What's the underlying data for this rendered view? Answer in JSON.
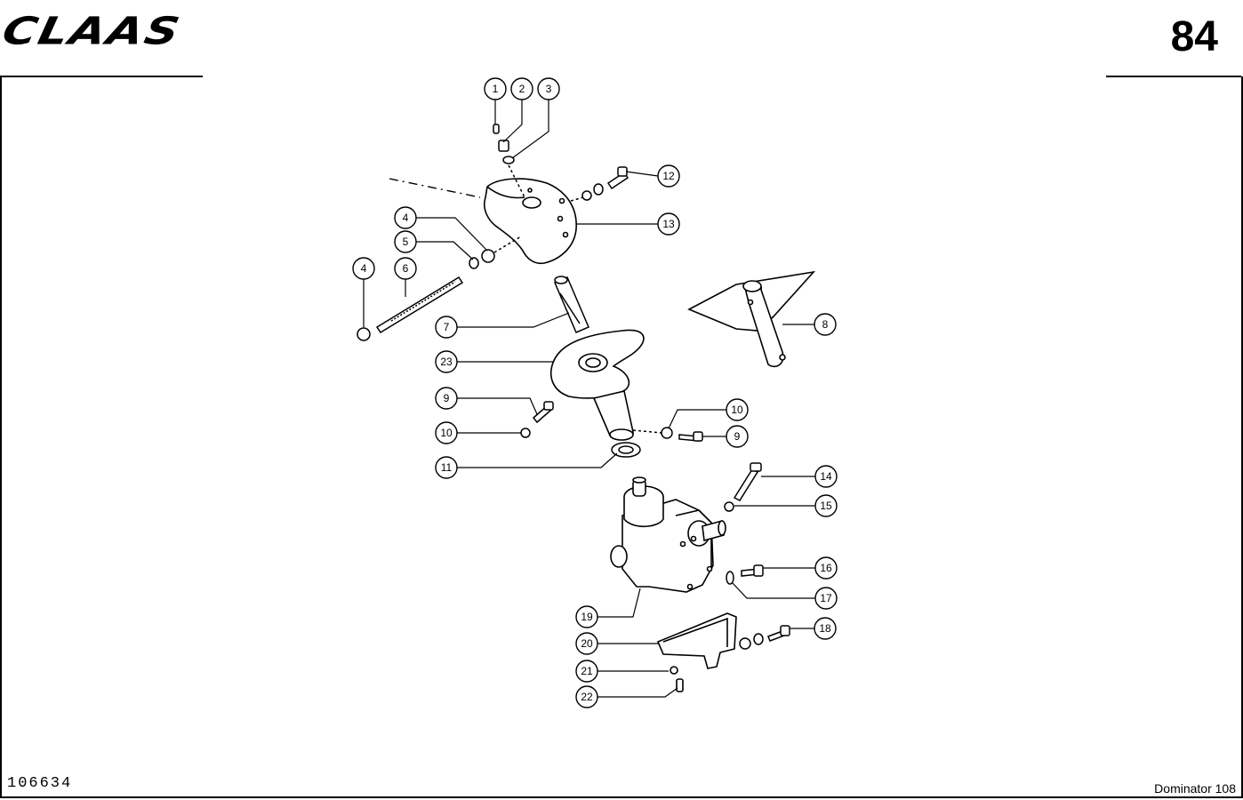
{
  "header": {
    "brand": "CLAAS",
    "page_number": "84"
  },
  "footer": {
    "drawing_number": "106634",
    "model": "Dominator 108"
  },
  "callouts": [
    "1",
    "2",
    "3",
    "12",
    "13",
    "4",
    "5",
    "4",
    "6",
    "7",
    "8",
    "23",
    "9",
    "10",
    "10",
    "9",
    "11",
    "14",
    "15",
    "16",
    "17",
    "19",
    "18",
    "20",
    "21",
    "22"
  ]
}
